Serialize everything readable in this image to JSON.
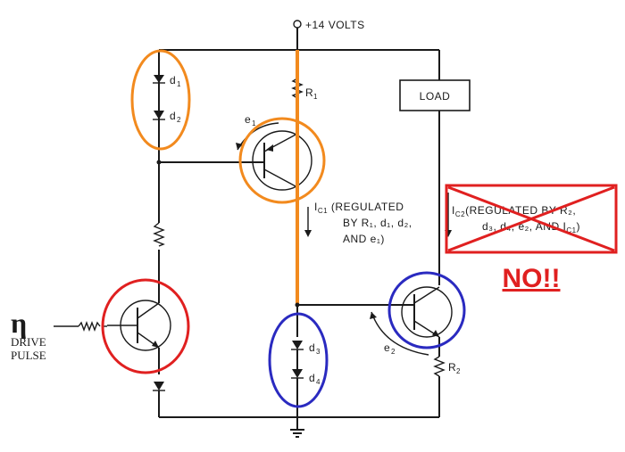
{
  "supply": {
    "label": "+14 VOLTS"
  },
  "load": {
    "label": "LOAD"
  },
  "resistors": {
    "r1": "R",
    "r1_sub": "1",
    "r2": "R",
    "r2_sub": "2"
  },
  "diodes": {
    "d1": "d",
    "d1_sub": "1",
    "d2": "d",
    "d2_sub": "2",
    "d3": "d",
    "d3_sub": "3",
    "d4": "d",
    "d4_sub": "4"
  },
  "voltages": {
    "e1": "e",
    "e1_sub": "1",
    "e2": "e",
    "e2_sub": "2"
  },
  "current1": {
    "line1": "I",
    "line1_sub": "C1",
    "line1_rest": " (REGULATED",
    "line2": "BY R₁, d₁, d₂,",
    "line3": "AND e₁)"
  },
  "current2": {
    "line1": "I",
    "line1_sub": "C2",
    "line1_rest": "(REGULATED BY R₂,",
    "line2": "d₃, d₄, e₂, AND I",
    "line2_sub": "C1",
    "line2_rest": ")"
  },
  "rejection": {
    "label": "NO!!"
  },
  "drive": {
    "symbol": "η",
    "line1": "DRIVE",
    "line2": "PULSE"
  },
  "colors": {
    "orange": "#f28a1e",
    "red": "#e02020",
    "blue": "#2a2ac0",
    "ink": "#1a1a1a"
  }
}
